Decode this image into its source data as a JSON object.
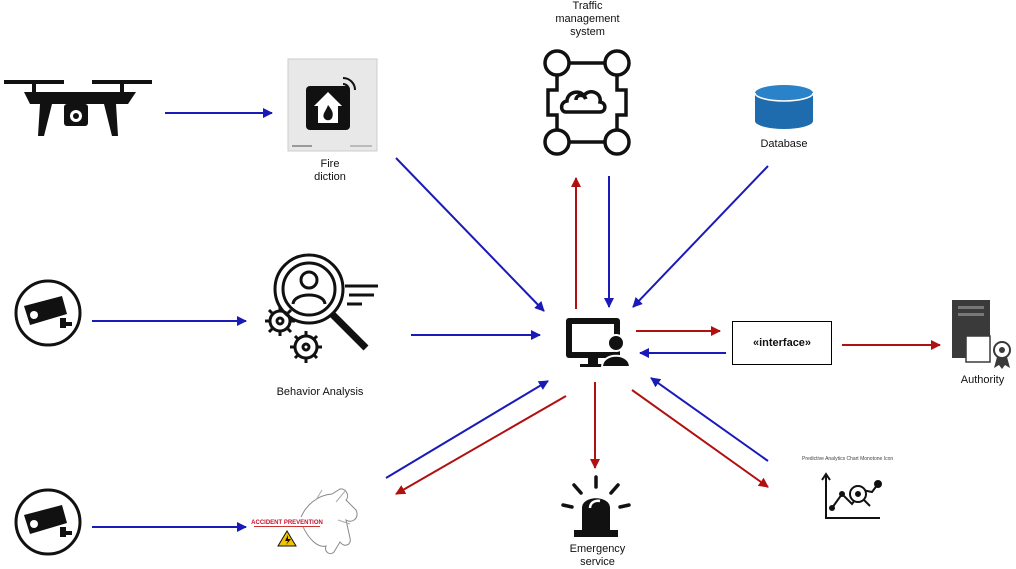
{
  "nodes": {
    "traffic": {
      "label": "Traffic\nmanagement\nsystem"
    },
    "fire": {
      "label": "Fire\ndiction"
    },
    "database": {
      "label": "Database"
    },
    "behavior": {
      "label": "Behavior Analysis"
    },
    "interface": {
      "label": "«interface»"
    },
    "authority": {
      "label": "Authority"
    },
    "emergency": {
      "label": "Emergency\nservice"
    },
    "analytics": {
      "label": "Predictive Analytics Chart Monotone Icon"
    },
    "accident": {
      "label": "ACCIDENT PREVENTION"
    }
  },
  "colors": {
    "blue": "#1a1ab8",
    "red": "#b01010"
  }
}
